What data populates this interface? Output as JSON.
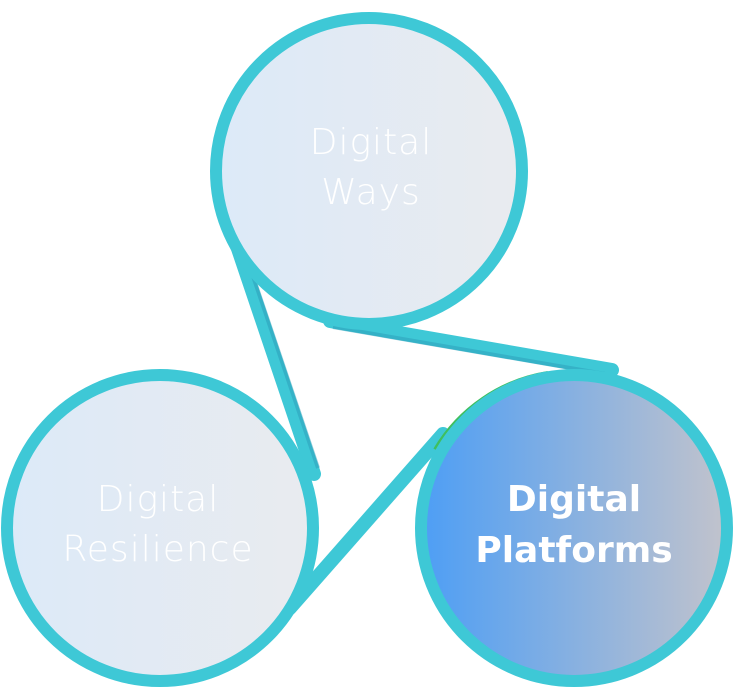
{
  "nodes": [
    {
      "id": "digital-ways",
      "line1": "Digital",
      "line2": "Ways",
      "active": false
    },
    {
      "id": "digital-resilience",
      "line1": "Digital",
      "line2": "Resilience",
      "active": false
    },
    {
      "id": "digital-platforms",
      "line1": "Digital",
      "line2": "Platforms",
      "active": true
    }
  ],
  "colors": {
    "ring": "#3ec8d6",
    "inactive_fill_left": "#dceaf8",
    "inactive_fill_right": "#e9ebef",
    "active_fill_left": "#4d9ef5",
    "active_fill_right": "#c2c3cc",
    "active_accent": "#3fbf5e",
    "label": "#ffffff"
  }
}
